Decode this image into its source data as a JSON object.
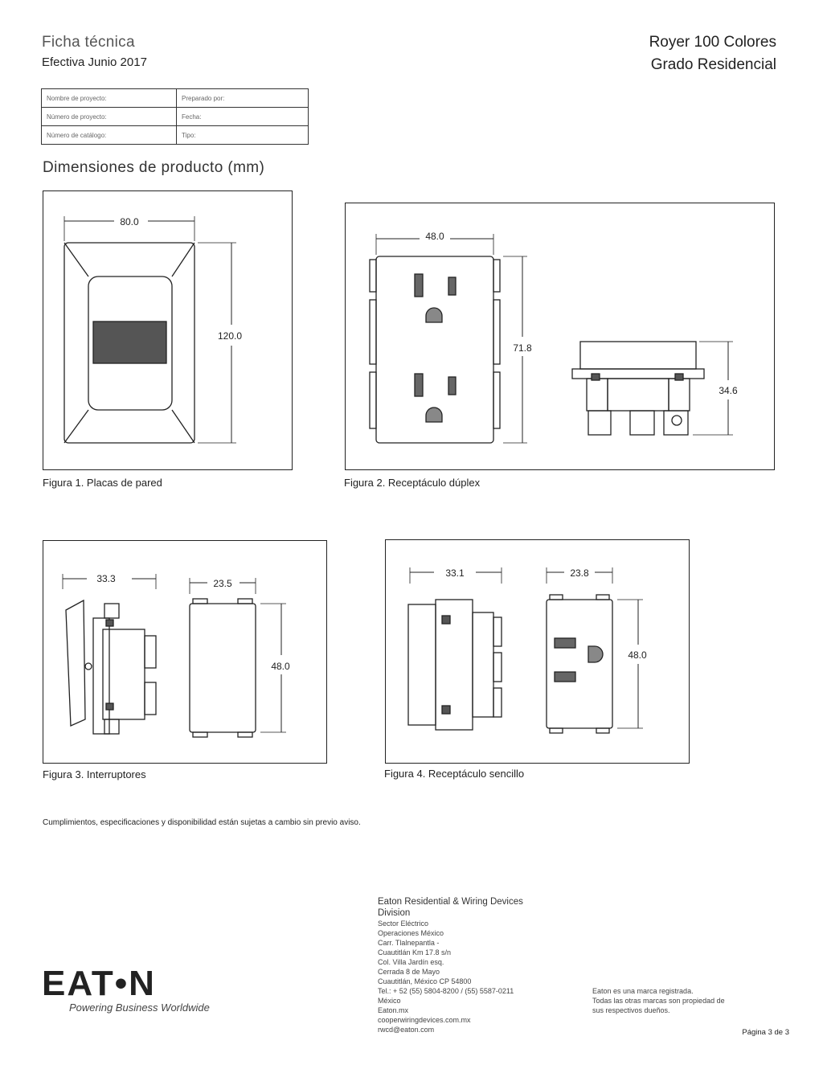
{
  "header": {
    "doc_type": "Ficha técnica",
    "effective": "Efectiva Junio 2017",
    "product_name": "Royer 100 Colores",
    "product_grade": "Grado Residencial"
  },
  "info_table": [
    [
      "Nombre de proyecto:",
      "Preparado por:"
    ],
    [
      "Número de proyecto:",
      "Fecha:"
    ],
    [
      "Número de catálogo:",
      "Tipo:"
    ]
  ],
  "section_title": "Dimensiones de producto (mm)",
  "figures": {
    "fig1": {
      "caption": "Figura 1. Placas de pared",
      "dims": {
        "width": "80.0",
        "height": "120.0"
      }
    },
    "fig2": {
      "caption": "Figura 2. Receptáculo dúplex",
      "dims": {
        "width": "48.0",
        "height": "71.8",
        "depth": "34.6"
      }
    },
    "fig3": {
      "caption": "Figura 3. Interruptores",
      "dims": {
        "depth": "33.3",
        "width": "23.5",
        "height": "48.0"
      }
    },
    "fig4": {
      "caption": "Figura 4. Receptáculo sencillo",
      "dims": {
        "depth": "33.1",
        "width": "23.8",
        "height": "48.0"
      }
    }
  },
  "disclaimer": "Cumplimientos, especificaciones y disponibilidad están sujetas a cambio sin previo aviso.",
  "footer": {
    "logo_text": "EAT•N",
    "tagline": "Powering Business Worldwide",
    "address_heading": [
      "Eaton Residential & Wiring Devices",
      "Division"
    ],
    "address_lines": [
      "Sector Eléctrico",
      "Operaciones México",
      "Carr. Tlalnepantla -",
      "Cuautitlán Km 17.8 s/n",
      "Col. Villa Jardín esq.",
      "Cerrada 8 de Mayo",
      "Cuautitlán, México CP 54800",
      "Tel.: + 52 (55) 5804-8200 / (55) 5587-0211",
      "México",
      "Eaton.mx",
      "cooperwiringdevices.com.mx",
      "rwcd@eaton.com"
    ],
    "trademark_lines": [
      "Eaton es una marca registrada.",
      "Todas las otras marcas son propiedad de",
      "sus respectivos dueños."
    ],
    "page_number": "Página 3 de 3"
  }
}
